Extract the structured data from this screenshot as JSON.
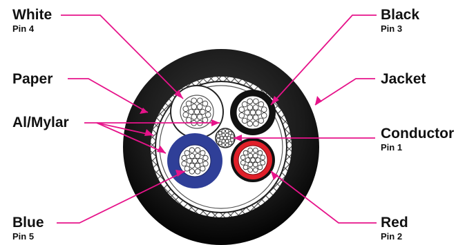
{
  "accent_color": "#e6138a",
  "labels": {
    "white": {
      "name": "White",
      "pin": "Pin 4"
    },
    "paper": {
      "name": "Paper"
    },
    "al_mylar": {
      "name": "Al/Mylar"
    },
    "blue": {
      "name": "Blue",
      "pin": "Pin 5"
    },
    "black": {
      "name": "Black",
      "pin": "Pin 3"
    },
    "jacket": {
      "name": "Jacket"
    },
    "conductor": {
      "name": "Conductor",
      "pin": "Pin 1"
    },
    "red": {
      "name": "Red",
      "pin": "Pin 2"
    }
  },
  "colors": {
    "jacket": "#111111",
    "braid": "#c8c8c8",
    "blue": "#2f3f98",
    "red": "#e0202a",
    "black": "#111111",
    "white": "#ffffff"
  }
}
